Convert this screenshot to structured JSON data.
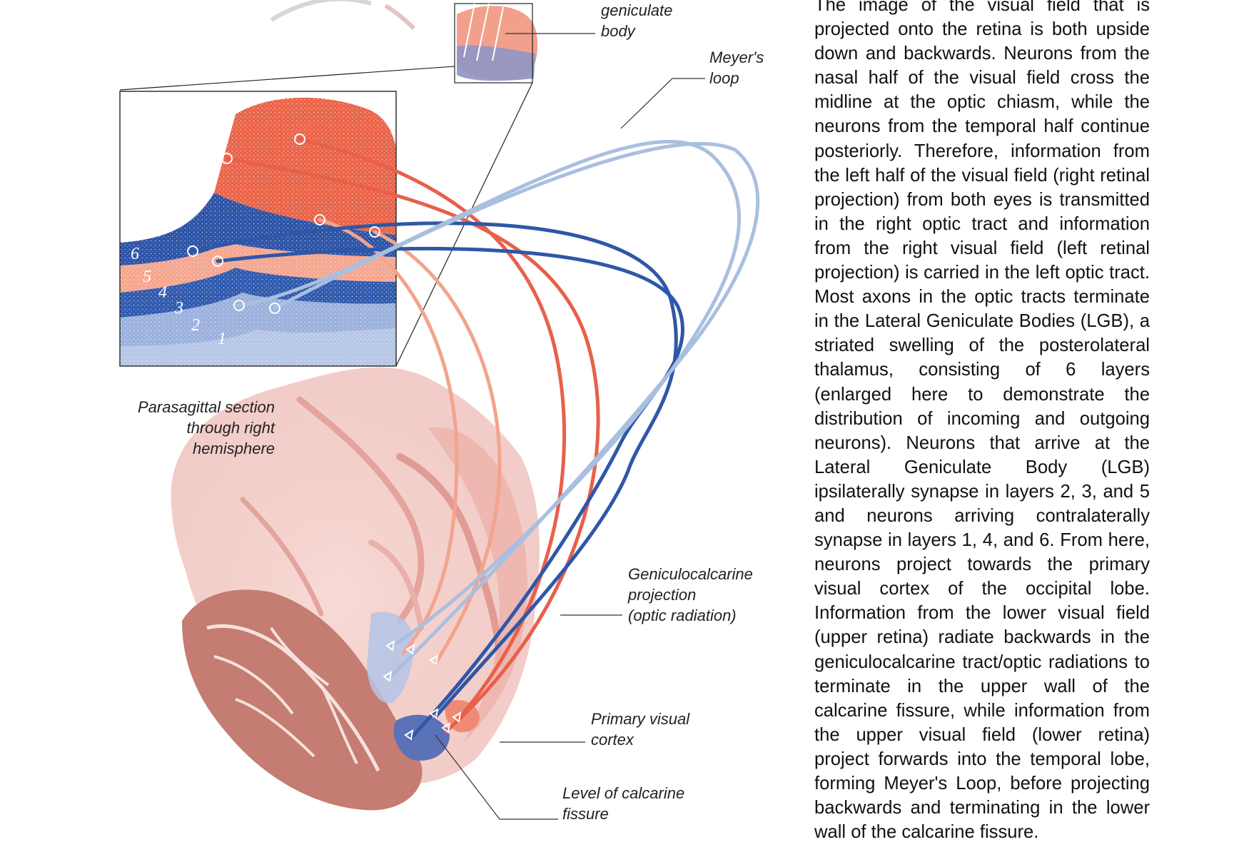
{
  "labels": {
    "lgb": "geniculate\nbody",
    "meyers_loop": "Meyer's\nloop",
    "section": "Parasagittal section\nthrough right\nhemisphere",
    "projection": "Geniculocalcarine\nprojection\n(optic radiation)",
    "cortex": "Primary visual\ncortex",
    "fissure": "Level of calcarine\nfissure"
  },
  "layers": [
    "6",
    "5",
    "4",
    "3",
    "2",
    "1"
  ],
  "body_text": "The image of the visual field that is projected onto the retina is both upside down and backwards. Neurons from the nasal half of the visual field cross the midline at the optic chiasm, while the neurons from the temporal half continue posteriorly. Therefore, information from the left half of the visual field (right retinal projection) from both eyes is transmitted in the right optic tract and information from the right visual field (left retinal projection) is carried in the left optic tract. Most axons in the optic tracts terminate in the Lateral Geniculate Bodies (LGB), a striated swelling of the posterolateral thalamus, consisting of 6 layers (enlarged here to demonstrate the distribution of incoming and outgoing neurons). Neurons that arrive at the Lateral Geniculate Body (LGB) ipsilaterally synapse in layers 2, 3, and 5 and neurons arriving contralaterally synapse in layers 1, 4, and 6. From here, neurons project towards the primary visual cortex of the occipital lobe. Information from the lower visual field (upper retina) radiate backwards in the geniculocalcarine tract/optic radiations to terminate in the upper wall of the calcarine fissure, while information from the upper visual field (lower retina) project forwards into the temporal lobe, forming Meyer's Loop, before projecting backwards and terminating in the lower wall of the calcarine fissure.",
  "colors": {
    "red": "#e8604a",
    "salmon": "#f4a48c",
    "dark_blue": "#2f57a8",
    "light_blue": "#a9bfe0",
    "brain_pink": "#f2c9c4",
    "cerebellum": "#b76d63"
  }
}
